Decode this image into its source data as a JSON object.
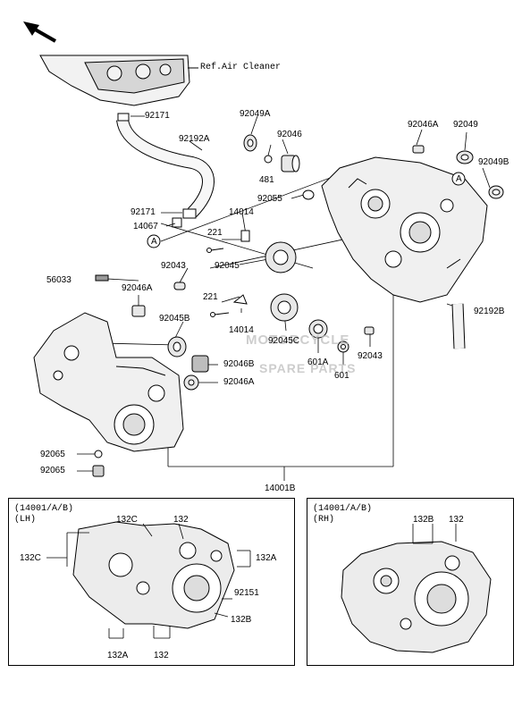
{
  "reference": "Ref.Air Cleaner",
  "callouts": [
    {
      "label": "92171"
    },
    {
      "label": "92192A"
    },
    {
      "label": "92171"
    },
    {
      "label": "14067"
    },
    {
      "label": "A"
    },
    {
      "label": "92049A"
    },
    {
      "label": "92046"
    },
    {
      "label": "481"
    },
    {
      "label": "92055"
    },
    {
      "label": "14014"
    },
    {
      "label": "221"
    },
    {
      "label": "92043"
    },
    {
      "label": "92045"
    },
    {
      "label": "56033"
    },
    {
      "label": "92046A"
    },
    {
      "label": "221"
    },
    {
      "label": "14014"
    },
    {
      "label": "92045B"
    },
    {
      "label": "92046B"
    },
    {
      "label": "92046A"
    },
    {
      "label": "92045C"
    },
    {
      "label": "601A"
    },
    {
      "label": "601"
    },
    {
      "label": "92043"
    },
    {
      "label": "92046A"
    },
    {
      "label": "92049"
    },
    {
      "label": "92049B"
    },
    {
      "label": "A"
    },
    {
      "label": "92192B"
    },
    {
      "label": "92065"
    },
    {
      "label": "92065"
    },
    {
      "label": "14001B"
    }
  ],
  "inset_lh": {
    "title_line1": "(14001/A/B)",
    "title_line2": "(LH)",
    "labels": [
      "132C",
      "132C",
      "132",
      "132A",
      "92151",
      "132B",
      "132A",
      "132"
    ]
  },
  "inset_rh": {
    "title_line1": "(14001/A/B)",
    "title_line2": "(RH)",
    "labels": [
      "132B",
      "132"
    ]
  },
  "watermark": {
    "line1": "MOTORCYCLE",
    "line2": "SPARE PARTS"
  },
  "colors": {
    "line": "#000000",
    "part_fill": "#e8e8e8",
    "watermark": "#bdbdbd"
  }
}
